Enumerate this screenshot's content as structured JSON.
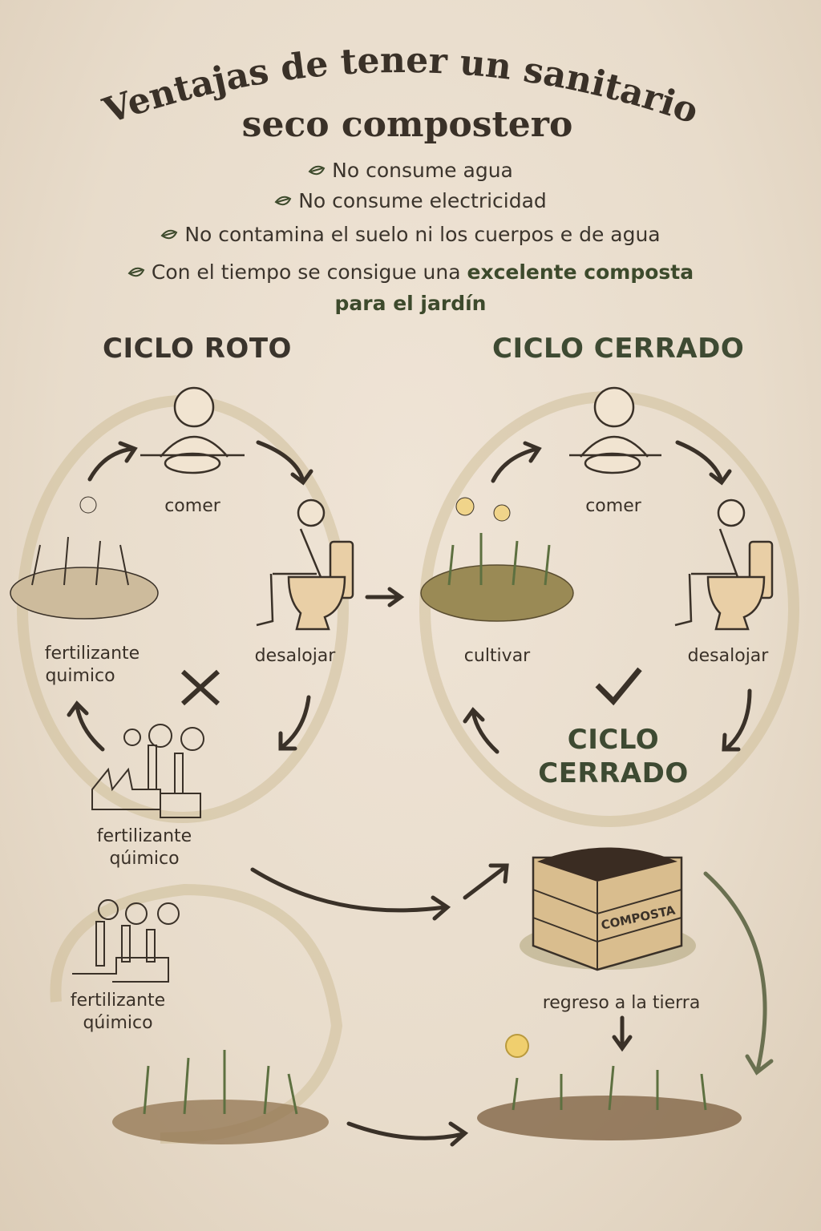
{
  "title": {
    "line1": "Ventajas de tener un sanitario",
    "line2": "seco compostero"
  },
  "benefits": [
    {
      "text": "No consume agua",
      "icon": "leaf-icon"
    },
    {
      "text": "No consume electricidad",
      "icon": "leaf-icon"
    },
    {
      "text": "No contamina el suelo ni los cuerpos e de agua",
      "icon": "leaf-icon"
    },
    {
      "text": "Con el tiempo se consigue una ",
      "bold": "excelente composta",
      "bold2": "para el jardín",
      "icon": "leaf-icon"
    }
  ],
  "broken_cycle": {
    "heading": "CICLO ROTO",
    "eat": "comer",
    "evacuate": "desalojar",
    "fertilizer_top": {
      "line1": "fertilizante",
      "line2": "quimico"
    },
    "fertilizer_factory": {
      "line1": "fertilizante",
      "line2": "qúimico"
    },
    "fertilizer_bottom": {
      "line1": "fertilizante",
      "line2": "qúimico"
    }
  },
  "closed_cycle": {
    "heading": "CICLO CERRADO",
    "eat": "comer",
    "cultivate": "cultivar",
    "evacuate": "desalojar",
    "center_line1": "CICLO",
    "center_line2": "CERRADO",
    "compost_box_label": "COMPOSTA",
    "return_label": "regreso a la tierra"
  },
  "colors": {
    "background": "#e8dccb",
    "ink": "#3a3128",
    "green": "#3e4a32",
    "ring": "#c9b98e"
  }
}
